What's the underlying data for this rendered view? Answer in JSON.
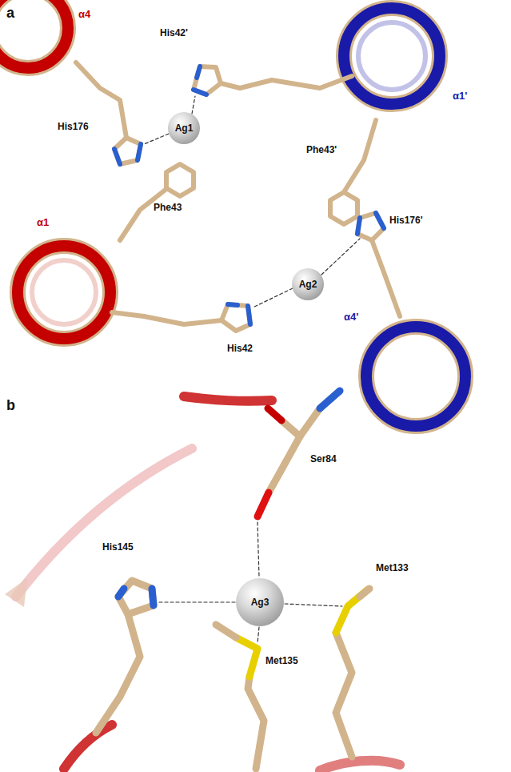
{
  "diagram": {
    "nodes": [
      {
        "text": [
          "Ag1"
        ]
      },
      {
        "text": [
          "Ag2"
        ]
      },
      {
        "text": [
          "Ag3"
        ]
      }
    ],
    "labels": [
      "a",
      "α4",
      "His42'",
      "His176",
      "Phe43",
      "α1'",
      "Phe43'",
      "His176'",
      "α1",
      "His42",
      "α4'",
      "b",
      "Ser84",
      "His145",
      "Met133",
      "Met135"
    ]
  }
}
